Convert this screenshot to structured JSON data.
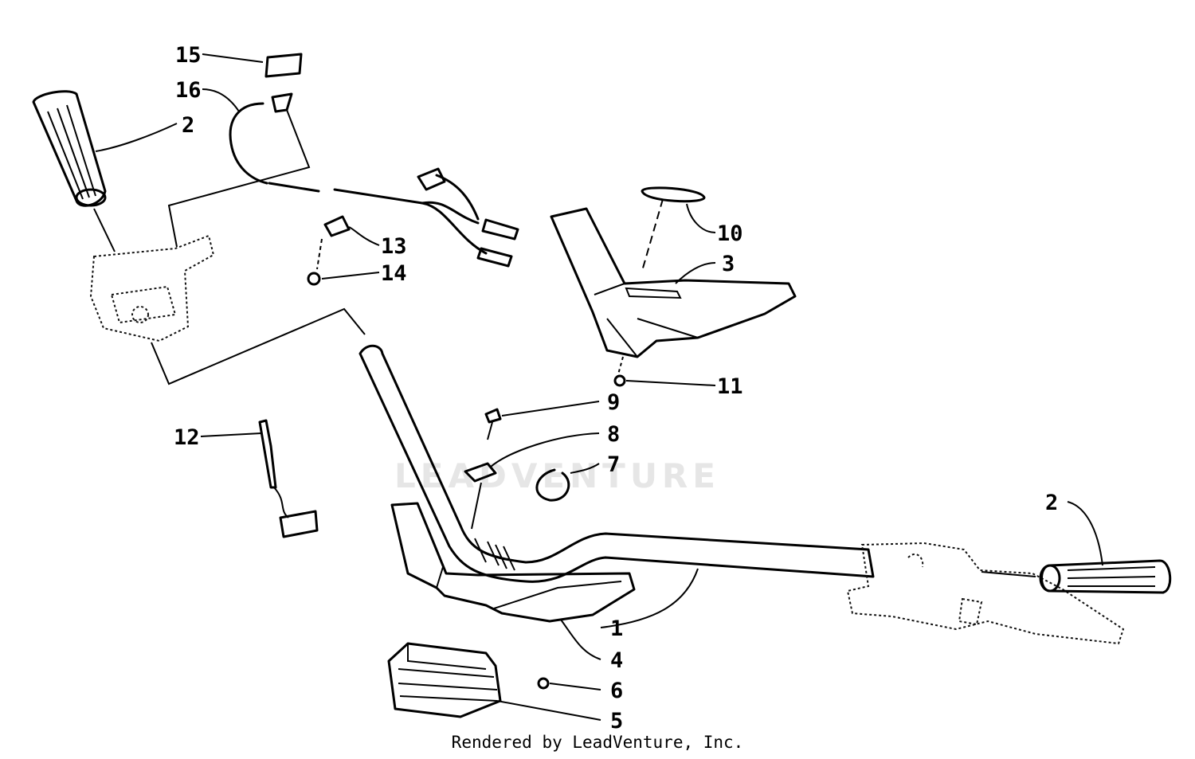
{
  "watermark": "LEADVENTURE",
  "credit": "Rendered by LeadVenture, Inc.",
  "callouts": {
    "c15": "15",
    "c16": "16",
    "c2_left": "2",
    "c13": "13",
    "c14": "14",
    "c10": "10",
    "c3": "3",
    "c11": "11",
    "c9": "9",
    "c8": "8",
    "c7": "7",
    "c12": "12",
    "c2_right": "2",
    "c1": "1",
    "c4": "4",
    "c6": "6",
    "c5": "5"
  }
}
